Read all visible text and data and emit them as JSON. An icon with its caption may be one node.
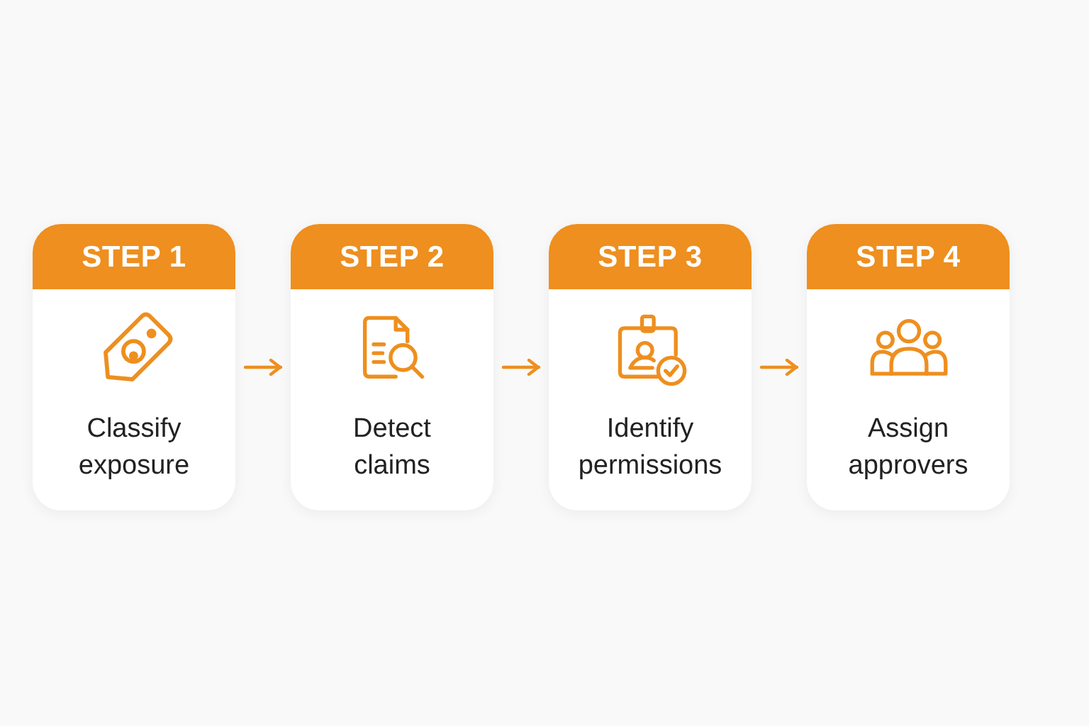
{
  "diagram": {
    "nodes": [
      {
        "text": [
          "STEP 1",
          "Classify exposure"
        ]
      },
      {
        "text": [
          "STEP 2",
          "Detect claims"
        ]
      },
      {
        "text": [
          "STEP 3",
          "Identify permissions"
        ]
      },
      {
        "text": [
          "STEP 4",
          "Assign approvers"
        ]
      }
    ],
    "edges": [
      {
        "from": 0,
        "to": 1,
        "arrow": "to"
      },
      {
        "from": 1,
        "to": 2,
        "arrow": "to"
      },
      {
        "from": 2,
        "to": 3,
        "arrow": "to"
      }
    ]
  }
}
